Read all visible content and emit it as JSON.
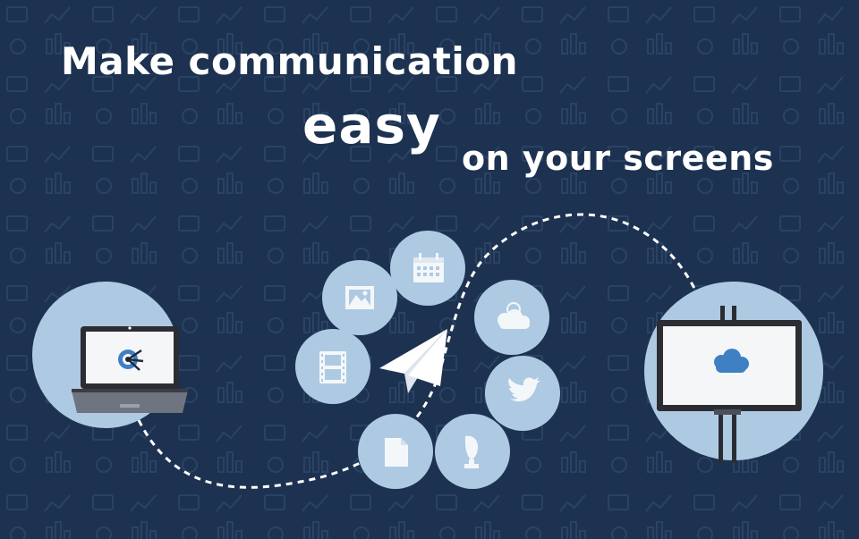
{
  "headline": {
    "line1": "Make communication",
    "line2": "easy",
    "line3": "on your screens"
  },
  "colors": {
    "background": "#1d3250",
    "circle": "#aecae3",
    "icon_fill": "#f4f7fa",
    "accent_blue": "#3f7fc4",
    "device_dark": "#2b2d33"
  },
  "icons": [
    "film-icon",
    "image-icon",
    "calendar-icon",
    "weather-icon",
    "twitter-icon",
    "trophy-icon",
    "document-icon",
    "paper-plane-icon"
  ]
}
